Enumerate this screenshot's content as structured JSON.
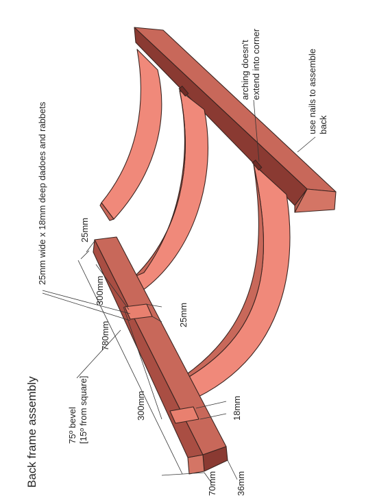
{
  "title": "Back frame assembly",
  "colors": {
    "wood_top": "#c8685a",
    "wood_side": "#f0897a",
    "wood_dark": "#8a3a32",
    "outline": "#3a2420"
  },
  "annotations": {
    "dadoes": "25mm wide x 18mm deep dadoes and rabbets",
    "bevel": "75º bevel [15º from square]",
    "arching": "arching doesn't extend into corner",
    "nails": "use nails to assemble back"
  },
  "dimensions": {
    "d25_top": "25mm",
    "d300_upper": "300mm",
    "d780": "780mm",
    "d25_mid": "25mm",
    "d300_lower": "300mm",
    "d18": "18mm",
    "d70": "70mm",
    "d36": "36mm"
  }
}
